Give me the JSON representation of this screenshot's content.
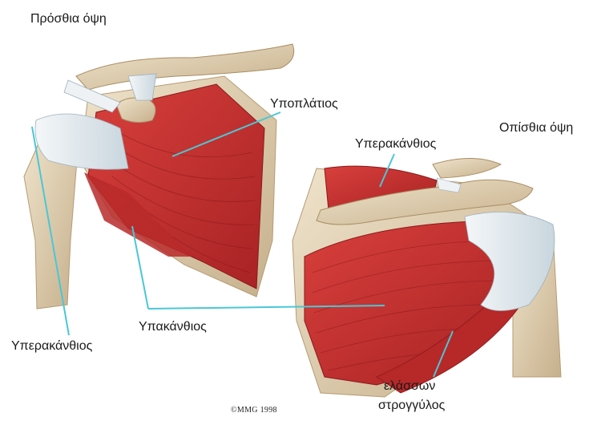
{
  "views": {
    "front": "Πρόσθια όψη",
    "back": "Οπίσθια όψη"
  },
  "labels": {
    "subscapularis": "Υποπλάτιος",
    "supraspinatus_back": "Υπερακάνθιος",
    "infraspinatus": "Υπακάνθιος",
    "supraspinatus_front": "Υπερακάνθιος",
    "teres_minor_line1": "ελάσσων",
    "teres_minor_line2": "στρογγύλος"
  },
  "copyright": "©MMG 1998",
  "colors": {
    "muscle": "#c8302f",
    "muscle_dark": "#9e1f20",
    "bone": "#dccbae",
    "tendon": "#e6eef2",
    "leader_line": "#4ac7d6"
  }
}
